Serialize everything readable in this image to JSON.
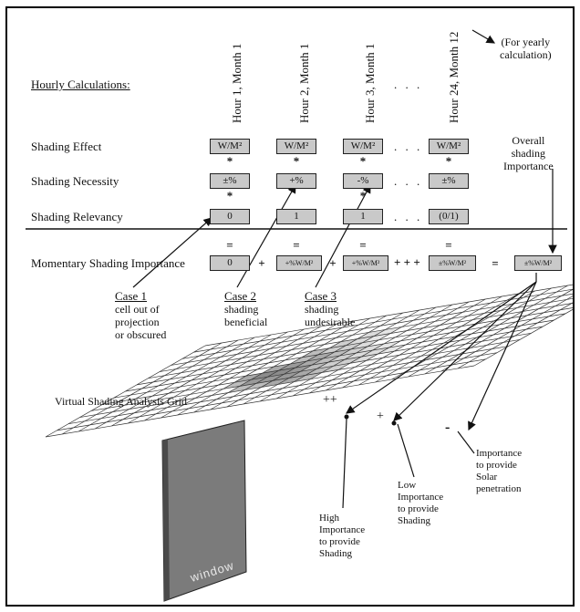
{
  "header": {
    "hourly_calculations": "Hourly Calculations:",
    "for_yearly": "(For yearly\ncalculation)"
  },
  "columns": [
    "Hour 1, Month 1",
    "Hour 2, Month 1",
    "Hour 3, Month 1",
    "Hour 24, Month 12"
  ],
  "ellipsis": ". . .",
  "rows": {
    "shading_effect": {
      "label": "Shading Effect",
      "cells": [
        "W/M²",
        "W/M²",
        "W/M²",
        "W/M²"
      ]
    },
    "shading_necessity": {
      "label": "Shading Necessity",
      "cells": [
        "±%",
        "+%",
        "-%",
        "±%"
      ]
    },
    "shading_relevancy": {
      "label": "Shading Relevancy",
      "cells": [
        "0",
        "1",
        "1",
        "(0/1)"
      ]
    },
    "momentary": {
      "label": "Momentary Shading Importance",
      "cells": [
        "0",
        "+%W/M²",
        "+%W/M²",
        "±%W/M²"
      ],
      "result": "±%W/M²"
    }
  },
  "operators": {
    "multiply": "*",
    "equals": "=",
    "plus": "+",
    "plus_plus_plus": "+ + +"
  },
  "overall": "Overall\nshading\nImportance",
  "cases": [
    {
      "title": "Case 1",
      "text": "cell out of\nprojection\nor obscured"
    },
    {
      "title": "Case 2",
      "text": "shading\nbeneficial"
    },
    {
      "title": "Case 3",
      "text": "shading\nundesirable"
    }
  ],
  "grid_label": "Virtual Shading Analysis Grid",
  "grid_marks": {
    "high": "++",
    "low": "+",
    "neg": "-"
  },
  "annotations": {
    "high": "High\nImportance\nto provide\nShading",
    "low": "Low\nImportance\nto provide\nShading",
    "solar": "Importance\nto provide\nSolar\npenetration"
  },
  "window_label": "window"
}
